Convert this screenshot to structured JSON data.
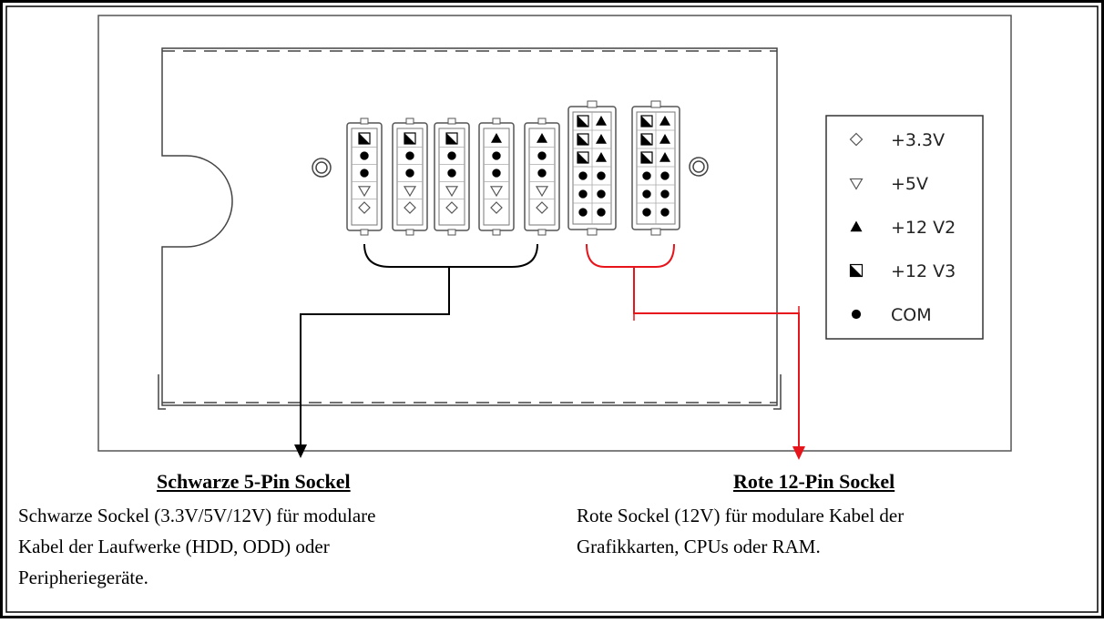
{
  "legend": {
    "items": [
      {
        "symbol": "diamond-outline",
        "label": "+3.3V"
      },
      {
        "symbol": "triangle-down-outline",
        "label": "+5V"
      },
      {
        "symbol": "triangle-up-filled",
        "label": "+12 V2"
      },
      {
        "symbol": "half-square",
        "label": "+12 V3"
      },
      {
        "symbol": "filled-circle",
        "label": "COM"
      }
    ]
  },
  "five_pin_connectors": [
    [
      "half-square",
      "filled-circle",
      "filled-circle",
      "triangle-down-outline",
      "diamond-outline"
    ],
    [
      "half-square",
      "filled-circle",
      "filled-circle",
      "triangle-down-outline",
      "diamond-outline"
    ],
    [
      "half-square",
      "filled-circle",
      "filled-circle",
      "triangle-down-outline",
      "diamond-outline"
    ],
    [
      "triangle-up-filled",
      "filled-circle",
      "filled-circle",
      "triangle-down-outline",
      "diamond-outline"
    ],
    [
      "triangle-up-filled",
      "filled-circle",
      "filled-circle",
      "triangle-down-outline",
      "diamond-outline"
    ]
  ],
  "twelve_pin_connectors": [
    {
      "rows": [
        [
          "half-square",
          "triangle-up-filled"
        ],
        [
          "half-square",
          "triangle-up-filled"
        ],
        [
          "half-square",
          "triangle-up-filled"
        ],
        [
          "filled-circle",
          "filled-circle"
        ],
        [
          "filled-circle",
          "filled-circle"
        ],
        [
          "filled-circle",
          "filled-circle"
        ]
      ]
    },
    {
      "rows": [
        [
          "half-square",
          "triangle-up-filled"
        ],
        [
          "half-square",
          "triangle-up-filled"
        ],
        [
          "half-square",
          "triangle-up-filled"
        ],
        [
          "filled-circle",
          "filled-circle"
        ],
        [
          "filled-circle",
          "filled-circle"
        ],
        [
          "filled-circle",
          "filled-circle"
        ]
      ]
    }
  ],
  "colors": {
    "black_group": "#000000",
    "red_group": "#e8141b",
    "panel_line": "#333333"
  },
  "captions": {
    "black": {
      "title": "Schwarze 5-Pin Sockel",
      "lines": [
        "Schwarze Sockel (3.3V/5V/12V) für modulare",
        "Kabel der Laufwerke (HDD, ODD) oder",
        "Peripheriegeräte."
      ]
    },
    "red": {
      "title": "Rote 12-Pin Sockel",
      "lines": [
        "Rote Sockel (12V) für modulare Kabel der",
        "Grafikkarten, CPUs oder RAM."
      ]
    }
  }
}
